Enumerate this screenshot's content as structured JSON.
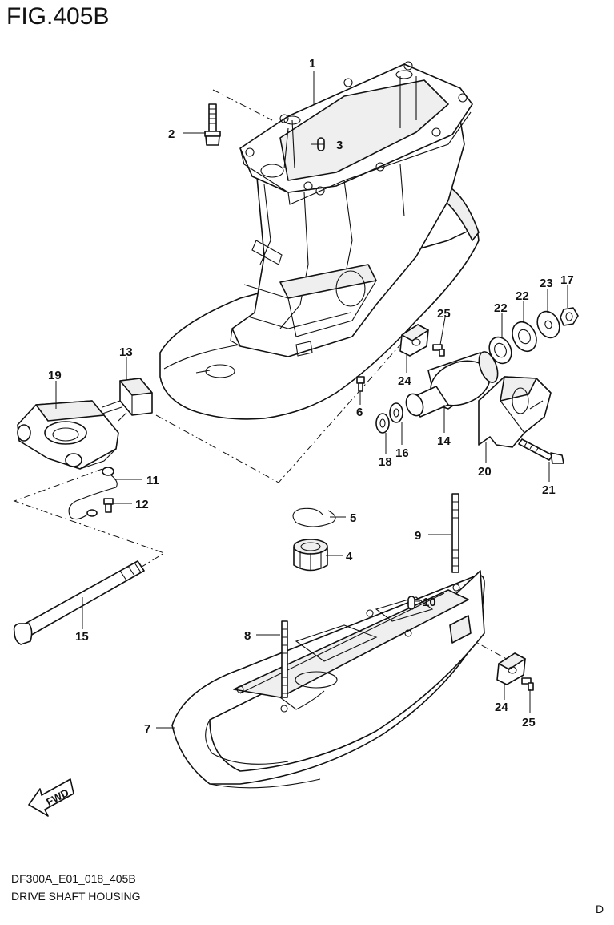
{
  "figure": {
    "title": "FIG.405B",
    "code": "DF300A_E01_018_405B",
    "name": "DRIVE SHAFT HOUSING",
    "corner_letter": "D"
  },
  "direction_marker": {
    "label": "FWD",
    "icon": "arrow-left-icon"
  },
  "callouts": [
    {
      "id": "c1",
      "number": "1"
    },
    {
      "id": "c2",
      "number": "2"
    },
    {
      "id": "c3",
      "number": "3"
    },
    {
      "id": "c4",
      "number": "4"
    },
    {
      "id": "c5",
      "number": "5"
    },
    {
      "id": "c6",
      "number": "6"
    },
    {
      "id": "c7",
      "number": "7"
    },
    {
      "id": "c8",
      "number": "8"
    },
    {
      "id": "c9",
      "number": "9"
    },
    {
      "id": "c10",
      "number": "10"
    },
    {
      "id": "c11",
      "number": "11"
    },
    {
      "id": "c12",
      "number": "12"
    },
    {
      "id": "c13",
      "number": "13"
    },
    {
      "id": "c14",
      "number": "14"
    },
    {
      "id": "c15",
      "number": "15"
    },
    {
      "id": "c16",
      "number": "16"
    },
    {
      "id": "c17",
      "number": "17"
    },
    {
      "id": "c18",
      "number": "18"
    },
    {
      "id": "c19",
      "number": "19"
    },
    {
      "id": "c20",
      "number": "20"
    },
    {
      "id": "c21",
      "number": "21"
    },
    {
      "id": "c22a",
      "number": "22"
    },
    {
      "id": "c22b",
      "number": "22"
    },
    {
      "id": "c23",
      "number": "23"
    },
    {
      "id": "c24a",
      "number": "24"
    },
    {
      "id": "c24b",
      "number": "24"
    },
    {
      "id": "c25a",
      "number": "25"
    },
    {
      "id": "c25b",
      "number": "25"
    }
  ]
}
